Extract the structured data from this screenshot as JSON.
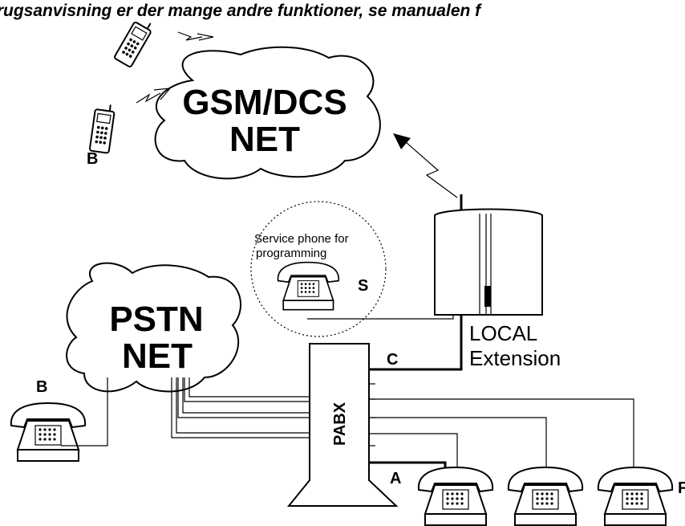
{
  "caption": "lrugsanvisning er der mange andre funktioner, se manualen f",
  "clouds": {
    "gsm_line1": "GSM/DCS",
    "gsm_line2": "NET",
    "pstn_line1": "PSTN",
    "pstn_line2": "NET"
  },
  "labels": {
    "b_mobile": "B",
    "b_phone": "B",
    "service_line1": "Service phone for",
    "service_line2": "programming",
    "s": "S",
    "local_line1": "LOCAL",
    "local_line2": "Extension",
    "c": "C",
    "a": "A",
    "pabx": "PABX",
    "edge": "F"
  }
}
